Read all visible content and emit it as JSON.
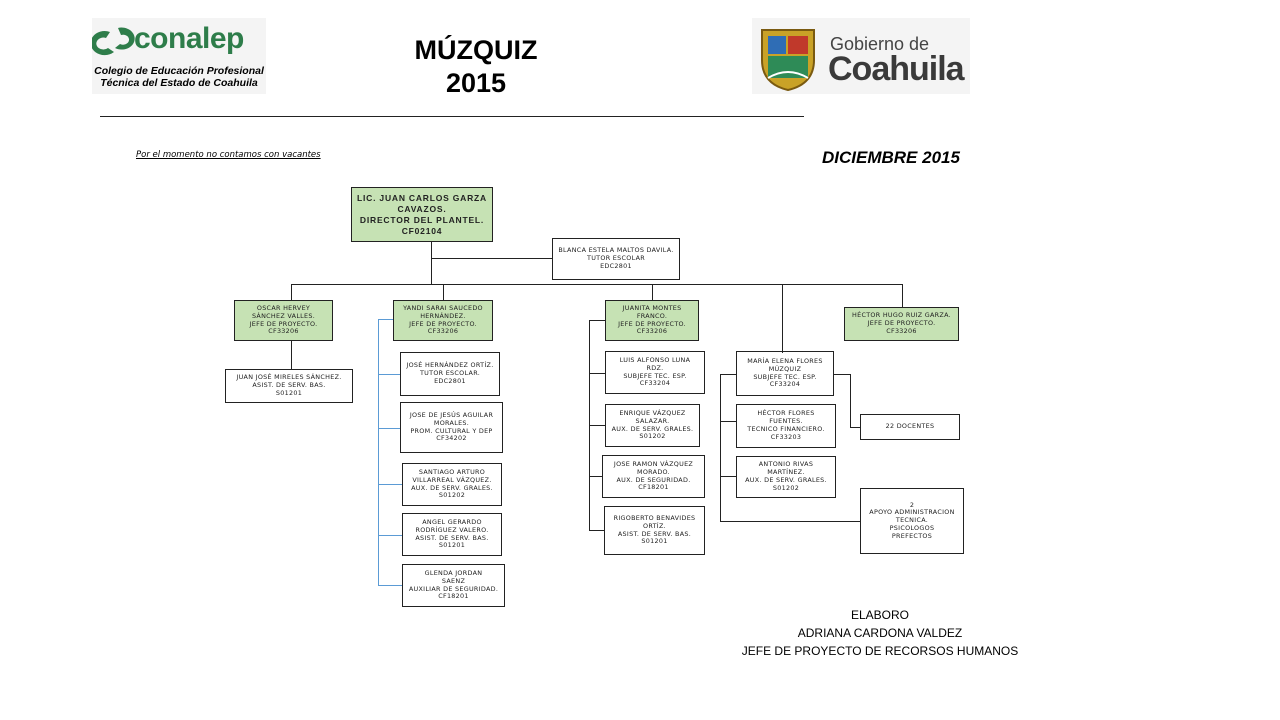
{
  "header": {
    "title_line1": "MÚZQUIZ",
    "title_line2": "2015",
    "month": "DICIEMBRE 2015",
    "vacancy_note": "Por el momento no contamos con vacantes"
  },
  "logo_left": {
    "brand": "conalep",
    "line1": "Colegio de Educación Profesional",
    "line2": "Técnica del Estado de Coahuila"
  },
  "logo_right": {
    "line1": "Gobierno de",
    "line2": "Coahuila"
  },
  "org": {
    "director": "LIC. JUAN CARLOS GARZA\nCAVAZOS.\nDIRECTOR  DEL PLANTEL.\nCF02104",
    "tutor": "BLANCA ESTELA MALTOS DAVILA.\nTUTOR ESCOLAR\nEDC2801",
    "heads": [
      "OSCAR HERVEY\nSÁNCHEZ VALLES.\nJEFE DE PROYECTO.\nCF33206",
      "YANDI SARAI SAUCEDO\nHERNÁNDEZ.\nJEFE DE PROYECTO.\nCF33206",
      "JUANITA MONTES\nFRANCO.\nJEFE DE PROYECTO.\nCF33206",
      "HÉCTOR HUGO RUIZ GARZA.\nJEFE DE PROYECTO.\nCF33206"
    ],
    "col1": [
      "JUAN JOSÉ MIRELES SÁNCHEZ.\nASIST. DE SERV. BAS.\nS01201"
    ],
    "col2": [
      "JOSÉ HERNÁNDEZ ORTÍZ.\nTUTOR ESCOLAR.\nEDC2801",
      "JOSE DE JESÚS AGUILAR\nMORALES.\nPROM. CULTURAL Y DEP\nCF34202",
      "SANTIAGO ARTURO\nVILLARREAL VÁZQUEZ.\nAUX. DE SERV. GRALES.\nS01202",
      "ANGEL GERARDO\nRODRÍGUEZ VALERO.\nASIST. DE SERV. BAS.\nS01201",
      "GLENDA JORDAN\nSAENZ\nAUXILIAR DE SEGURIDAD.\nCF18201"
    ],
    "col3": [
      "LUIS ALFONSO LUNA\nRDZ.\nSUBJEFE TEC. ESP.\nCF33204",
      "ENRIQUE VÁZQUEZ\nSALAZAR.\nAUX. DE SERV. GRALES.\nS01202",
      "JOSE RAMON VÁZQUEZ\nMORADO.\nAUX. DE SEGURIDAD.\nCF18201",
      "RIGOBERTO BENAVIDES\nORTÍZ.\nASIST. DE SERV. BAS.\nS01201"
    ],
    "col4": [
      "MARÍA ELENA FLORES\nMÚZQUIZ\nSUBJEFE TEC. ESP.\nCF33204",
      "HÉCTOR FLORES\nFUENTES.\nTECNICO FINANCIERO.\nCF33203",
      "ANTONIO RIVAS\nMARTÍNEZ.\nAUX. DE SERV. GRALES.\nS01202"
    ],
    "docentes": "22  DOCENTES",
    "apoyo": "2\nAPOYO ADMINISTRACION\nTECNICA.\nPSICOLOGOS\nPREFECTOS"
  },
  "footer": {
    "line1": "ELABORO",
    "line2": "ADRIANA CARDONA VALDEZ",
    "line3": "JEFE DE PROYECTO DE RECORSOS HUMANOS"
  },
  "colors": {
    "green_box": "#c6e2b4",
    "conalep_green": "#2e7d4a",
    "connector_blue": "#5b9bd5"
  }
}
